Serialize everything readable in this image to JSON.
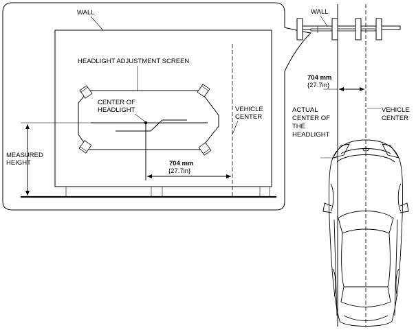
{
  "labels": {
    "wall": "WALL",
    "wall_top": "WALL",
    "screen": "HEADLIGHT ADJUSTMENT SCREEN",
    "center_headlight_1": "CENTER OF",
    "center_headlight_2": "HEADLIGHT",
    "vehicle_center_1": "VEHICLE",
    "vehicle_center_2": "CENTER",
    "measured_height_1": "MEASURED",
    "measured_height_2": "HEIGHT",
    "dim_mm": "704 mm",
    "dim_in": "{27.7in}",
    "dim_mm_top": "704 mm",
    "dim_in_top": "{27.7in}",
    "actual_1": "ACTUAL",
    "actual_2": "CENTER OF",
    "actual_3": "THE",
    "actual_4": "HEADLIGHT",
    "vehicle_center_r1": "VEHICLE",
    "vehicle_center_r2": "CENTER"
  }
}
